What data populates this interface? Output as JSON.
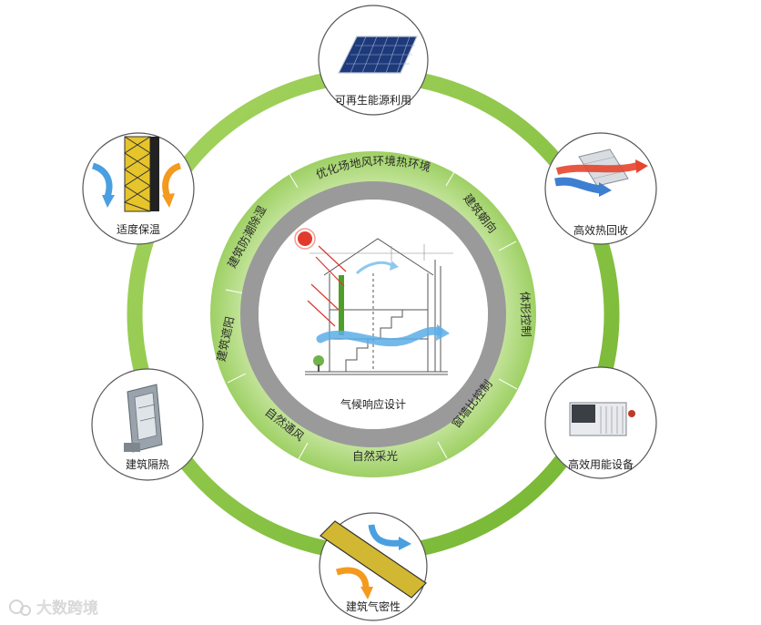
{
  "center": {
    "title": "气候响应设计"
  },
  "inner_ring": [
    "优化场地风环境热环境",
    "建筑朝向",
    "体形控制",
    "窗墙比控制",
    "自然采光",
    "自然通风",
    "建筑遮阳",
    "建筑防潮除湿"
  ],
  "outer_nodes": [
    {
      "label": "可再生能源利用",
      "icon": "solar-panel-icon"
    },
    {
      "label": "高效热回收",
      "icon": "heat-recovery-icon"
    },
    {
      "label": "高效用能设备",
      "icon": "chiller-unit-icon"
    },
    {
      "label": "建筑气密性",
      "icon": "airtight-layer-icon"
    },
    {
      "label": "建筑隔热",
      "icon": "window-frame-icon"
    },
    {
      "label": "适度保温",
      "icon": "insulated-wall-icon"
    }
  ],
  "watermark": "大数跨境",
  "colors": {
    "ring_green": "#8cc63f",
    "ring_light": "#c4e39a",
    "gray_ring": "#9a9a9a",
    "arrow_blue": "#4a9fe0",
    "arrow_orange": "#f39a1f"
  }
}
